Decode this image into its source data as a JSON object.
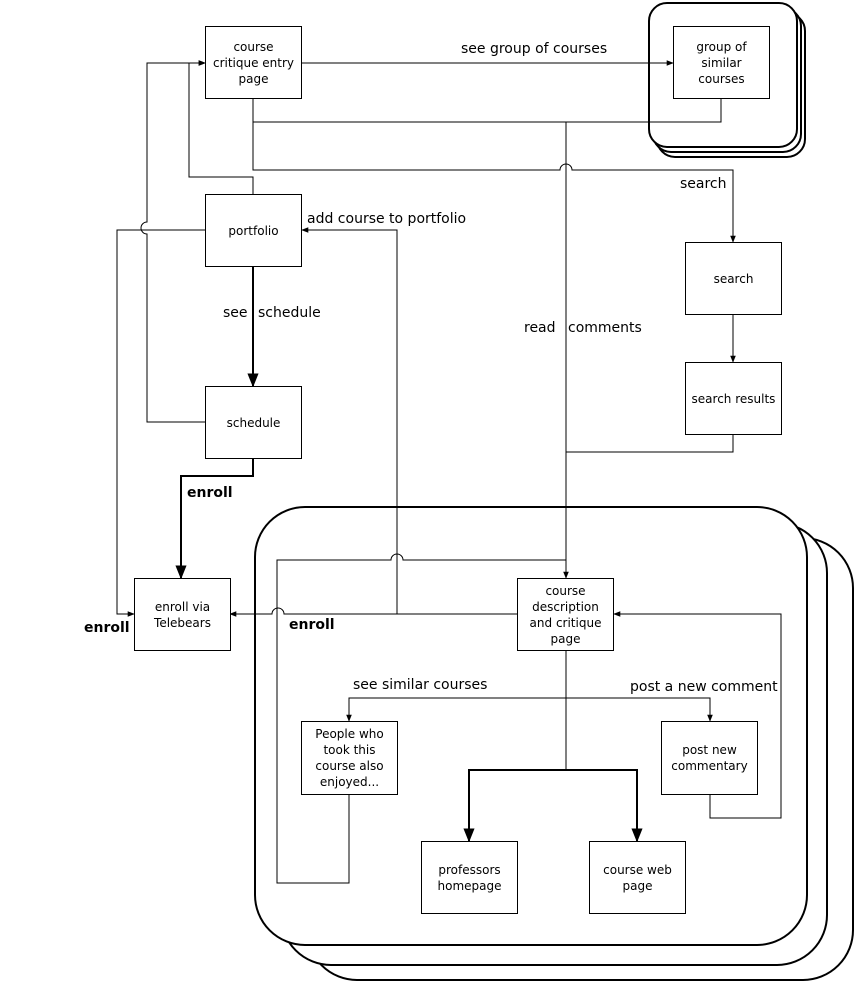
{
  "nodes": {
    "entry": "course\ncritique entry\npage",
    "group": "group of\nsimilar\ncourses",
    "portfolio": "portfolio",
    "search": "search",
    "search_results": "search results",
    "schedule": "schedule",
    "telebears": "enroll via\nTelebears",
    "course_page": "course\ndescription\nand critique\npage",
    "similar": "People who\ntook this\ncourse also\nenjoyed...",
    "post_new": "post new\ncommentary",
    "prof": "professors\nhomepage",
    "web": "course web\npage"
  },
  "labels": {
    "see_group": "see group of courses",
    "search": "search",
    "add_portfolio": "add course to portfolio",
    "see_schedule_1": "see",
    "see_schedule_2": "schedule",
    "read_comments_1": "read",
    "read_comments_2": "comments",
    "enroll_schedule": "enroll",
    "enroll_left": "enroll",
    "enroll_course": "enroll",
    "see_similar": "see similar courses",
    "post_comment": "post a new comment"
  }
}
